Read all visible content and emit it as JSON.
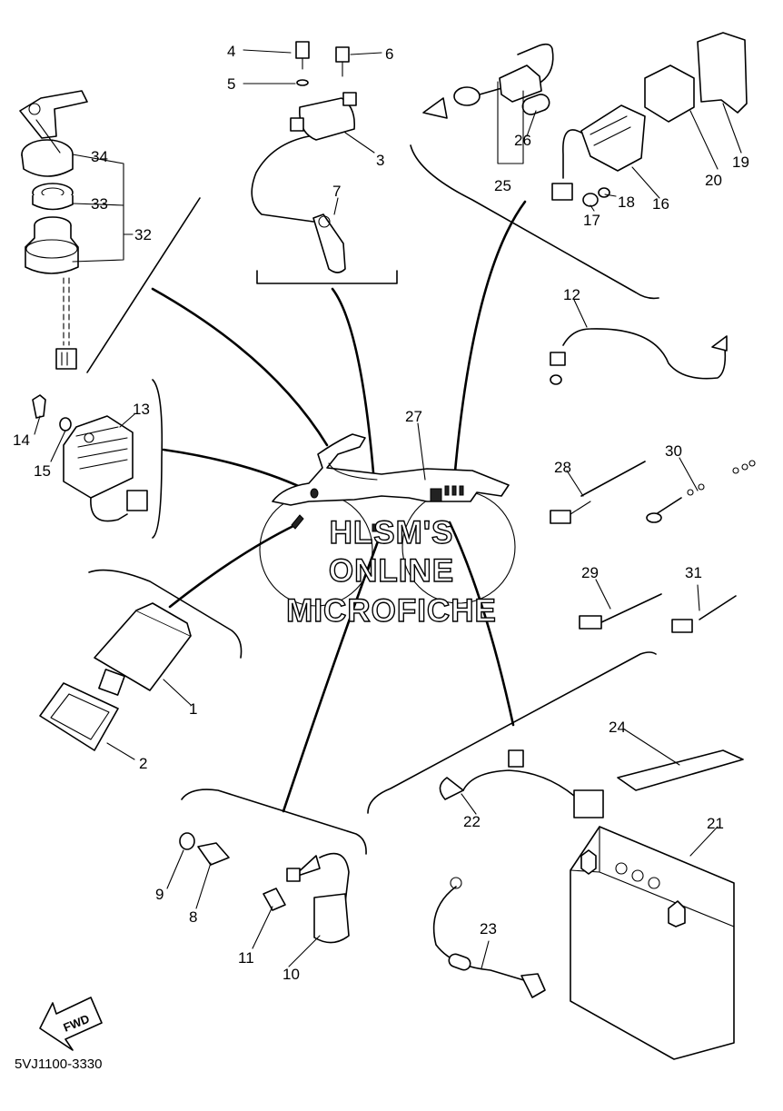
{
  "diagram": {
    "code": "5VJ1100-3330",
    "fwd_label": "FWD",
    "watermark": [
      "HLSM'S",
      "ONLINE",
      "MICROFICHE"
    ],
    "callouts": [
      "1",
      "2",
      "3",
      "4",
      "5",
      "6",
      "7",
      "8",
      "9",
      "10",
      "11",
      "12",
      "13",
      "14",
      "15",
      "16",
      "17",
      "18",
      "19",
      "20",
      "21",
      "22",
      "23",
      "24",
      "25",
      "26",
      "27",
      "28",
      "29",
      "30",
      "31",
      "32",
      "33",
      "34"
    ]
  }
}
